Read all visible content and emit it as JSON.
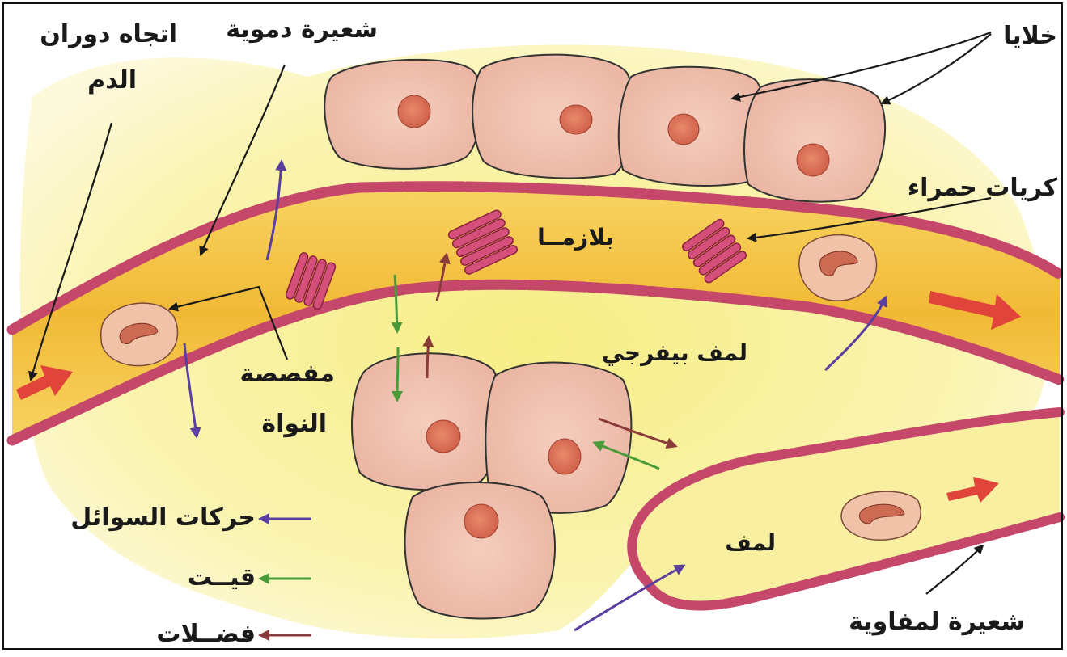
{
  "labels": {
    "blood_direction": "اتجاه دوران",
    "blood_direction_2": "الدم",
    "blood_capillary": "شعيرة دموية",
    "cells": "خلايا",
    "red_blood_cells": "كريات حمراء",
    "plasma": "بلازمــا",
    "nucleus_cell_line1": "مفصصة",
    "nucleus_cell_line2": "النواة",
    "interstitial_lymph": "لمف بيفرجي",
    "lymph": "لمف",
    "lymph_capillary": "شعيرة لمفاوية"
  },
  "legend": [
    {
      "label": "حركات السوائل",
      "color": "#5a3fa0",
      "icon": "arrow-left-icon"
    },
    {
      "label": "قيــت",
      "color": "#4a9a3a",
      "icon": "arrow-left-icon"
    },
    {
      "label": "فضــلات",
      "color": "#8b3a3a",
      "icon": "arrow-left-icon"
    }
  ],
  "colors": {
    "vessel_wall": "#c5476a",
    "plasma": "#f3c04a",
    "tissue": "#f7ef8c",
    "cell_fill": "#f2c4b3",
    "nucleus": "#d8735a",
    "flow_arrow": "#e0443a"
  }
}
